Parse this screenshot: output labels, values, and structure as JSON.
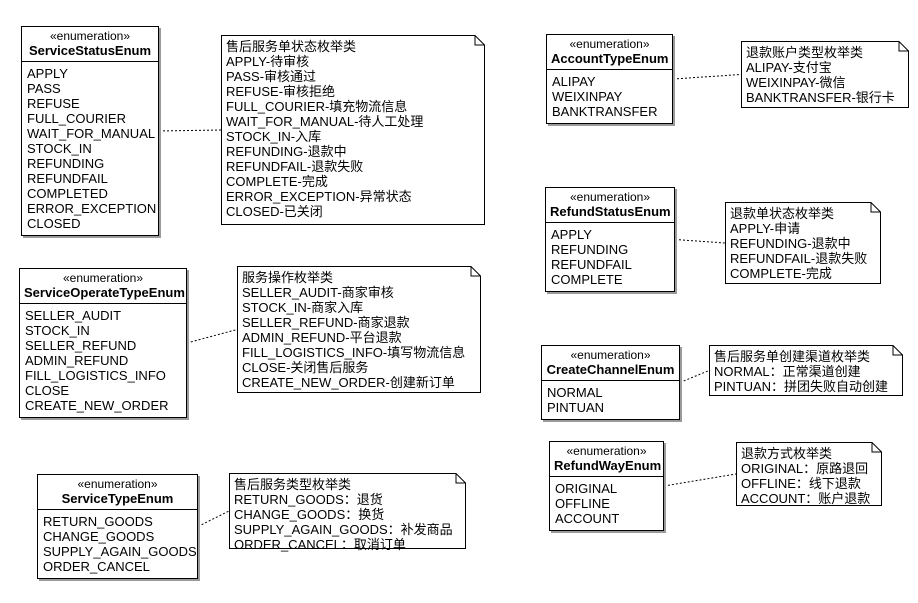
{
  "stereotype": "«enumeration»",
  "enums": [
    {
      "id": "service-status-enum",
      "name": "ServiceStatusEnum",
      "literals": [
        "APPLY",
        "PASS",
        "REFUSE",
        "FULL_COURIER",
        "WAIT_FOR_MANUAL",
        "STOCK_IN",
        "REFUNDING",
        "REFUNDFAIL",
        "COMPLETED",
        "ERROR_EXCEPTION",
        "CLOSED"
      ]
    },
    {
      "id": "service-operate-type-enum",
      "name": "ServiceOperateTypeEnum",
      "literals": [
        "SELLER_AUDIT",
        "STOCK_IN",
        "SELLER_REFUND",
        "ADMIN_REFUND",
        "FILL_LOGISTICS_INFO",
        "CLOSE",
        "CREATE_NEW_ORDER"
      ]
    },
    {
      "id": "service-type-enum",
      "name": "ServiceTypeEnum",
      "literals": [
        "RETURN_GOODS",
        "CHANGE_GOODS",
        "SUPPLY_AGAIN_GOODS",
        "ORDER_CANCEL"
      ]
    },
    {
      "id": "account-type-enum",
      "name": "AccountTypeEnum",
      "literals": [
        "ALIPAY",
        "WEIXINPAY",
        "BANKTRANSFER"
      ]
    },
    {
      "id": "refund-status-enum",
      "name": "RefundStatusEnum",
      "literals": [
        "APPLY",
        "REFUNDING",
        "REFUNDFAIL",
        "COMPLETE"
      ]
    },
    {
      "id": "create-channel-enum",
      "name": "CreateChannelEnum",
      "literals": [
        "NORMAL",
        "PINTUAN"
      ]
    },
    {
      "id": "refund-way-enum",
      "name": "RefundWayEnum",
      "literals": [
        "ORIGINAL",
        "OFFLINE",
        "ACCOUNT"
      ]
    }
  ],
  "notes": [
    {
      "id": "service-status-note",
      "lines": [
        "售后服务单状态枚举类",
        "APPLY-待审核",
        "PASS-审核通过",
        "REFUSE-审核拒绝",
        "FULL_COURIER-填充物流信息",
        "WAIT_FOR_MANUAL-待人工处理",
        "STOCK_IN-入库",
        "REFUNDING-退款中",
        "REFUNDFAIL-退款失败",
        "COMPLETE-完成",
        "ERROR_EXCEPTION-异常状态",
        "CLOSED-已关闭"
      ]
    },
    {
      "id": "service-operate-type-note",
      "lines": [
        "服务操作枚举类",
        "SELLER_AUDIT-商家审核",
        "STOCK_IN-商家入库",
        "SELLER_REFUND-商家退款",
        "ADMIN_REFUND-平台退款",
        "FILL_LOGISTICS_INFO-填写物流信息",
        "CLOSE-关闭售后服务",
        "CREATE_NEW_ORDER-创建新订单"
      ]
    },
    {
      "id": "service-type-note",
      "lines": [
        "售后服务类型枚举类",
        "RETURN_GOODS：退货",
        "CHANGE_GOODS：换货",
        "SUPPLY_AGAIN_GOODS：补发商品",
        "ORDER_CANCEL：取消订单"
      ]
    },
    {
      "id": "account-type-note",
      "lines": [
        "退款账户类型枚举类",
        "ALIPAY-支付宝",
        "WEIXINPAY-微信",
        "BANKTRANSFER-银行卡"
      ]
    },
    {
      "id": "refund-status-note",
      "lines": [
        "退款单状态枚举类",
        "APPLY-申请",
        "REFUNDING-退款中",
        "REFUNDFAIL-退款失败",
        "COMPLETE-完成"
      ]
    },
    {
      "id": "create-channel-note",
      "lines": [
        "售后服务单创建渠道枚举类",
        "NORMAL：正常渠道创建",
        "PINTUAN：拼团失败自动创建"
      ]
    },
    {
      "id": "refund-way-note",
      "lines": [
        "退款方式枚举类",
        "ORIGINAL：原路退回",
        "OFFLINE：线下退款",
        "ACCOUNT：账户退款"
      ]
    }
  ]
}
